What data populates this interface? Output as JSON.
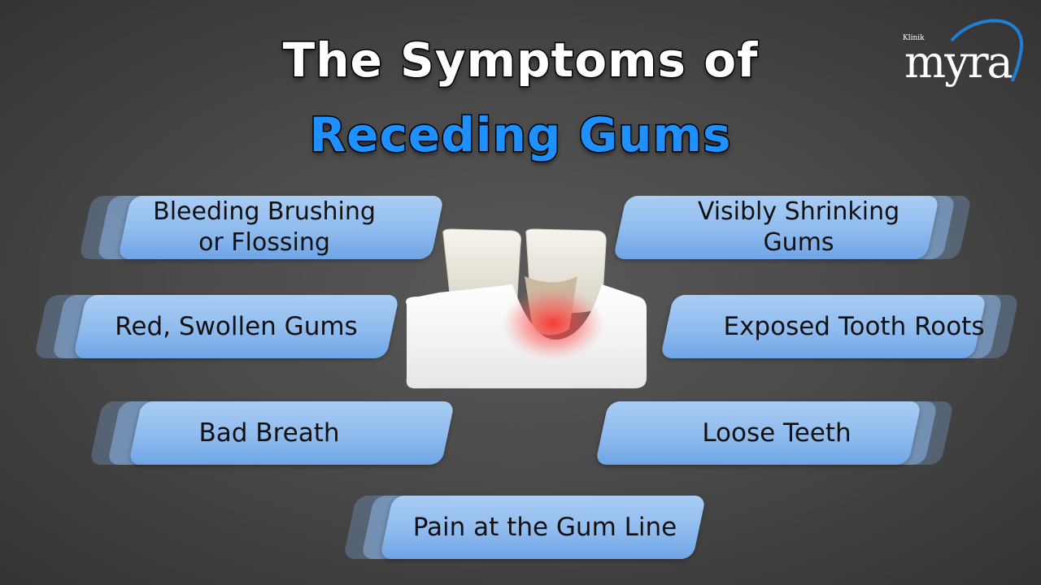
{
  "title": {
    "line1": "The Symptoms of",
    "line2": "Receding Gums"
  },
  "logo": {
    "small": "Klinik",
    "main": "myra"
  },
  "symptoms": {
    "bleeding": "Bleeding Brushing or Flossing",
    "red_swollen": "Red, Swollen Gums",
    "bad_breath": "Bad Breath",
    "shrinking": "Visibly Shrinking Gums",
    "exposed_roots": "Exposed Tooth Roots",
    "loose_teeth": "Loose Teeth",
    "pain": "Pain at the Gum Line"
  },
  "colors": {
    "title_white": "#ffffff",
    "title_blue": "#1e90ff",
    "pill_light": "#a9cdf4",
    "pill_dark": "#6fa4e6",
    "background": "#4a4a4a",
    "inflammation": "#ff2a2a"
  }
}
